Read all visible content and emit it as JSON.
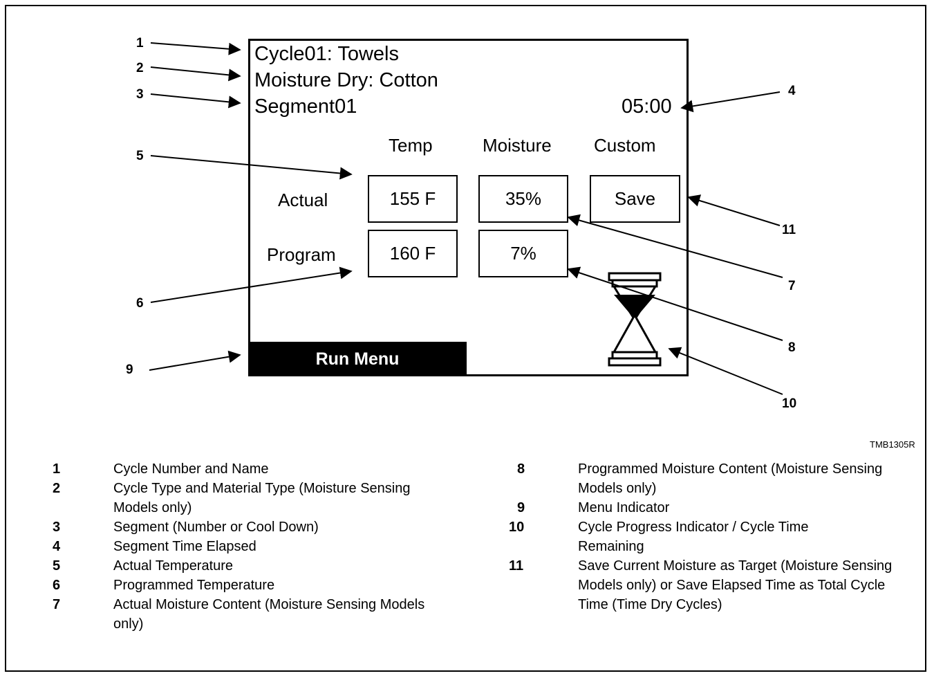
{
  "screen": {
    "line1": "Cycle01: Towels",
    "line2": "Moisture Dry:  Cotton",
    "line3": "Segment01",
    "time": "05:00",
    "columns": [
      "Temp",
      "Moisture",
      "Custom"
    ],
    "rows": [
      "Actual",
      "Program"
    ],
    "actual_temp": "155 F",
    "actual_moisture": "35%",
    "save_label": "Save",
    "program_temp": "160 F",
    "program_moisture": "7%",
    "menu_label": "Run Menu"
  },
  "callouts": [
    "1",
    "2",
    "3",
    "4",
    "5",
    "6",
    "7",
    "8",
    "9",
    "10",
    "11"
  ],
  "figure_code": "TMB1305R",
  "legend": [
    {
      "num": "1",
      "text": "Cycle Number and Name"
    },
    {
      "num": "2",
      "text": "Cycle Type and Material Type (Moisture Sensing Models only)"
    },
    {
      "num": "3",
      "text": "Segment (Number or Cool Down)"
    },
    {
      "num": "4",
      "text": "Segment Time Elapsed"
    },
    {
      "num": "5",
      "text": "Actual Temperature"
    },
    {
      "num": "6",
      "text": "Programmed Temperature"
    },
    {
      "num": "7",
      "text": "Actual Moisture Content (Moisture Sensing Models only)"
    },
    {
      "num": "8",
      "text": "Programmed Moisture Content (Moisture Sensing Models only)"
    },
    {
      "num": "9",
      "text": "Menu Indicator"
    },
    {
      "num": "10",
      "text": "Cycle Progress Indicator / Cycle Time Remaining"
    },
    {
      "num": "11",
      "text": "Save Current Moisture as Target (Moisture Sensing Models only) or Save Elapsed Time as Total Cycle Time (Time Dry Cycles)"
    }
  ]
}
